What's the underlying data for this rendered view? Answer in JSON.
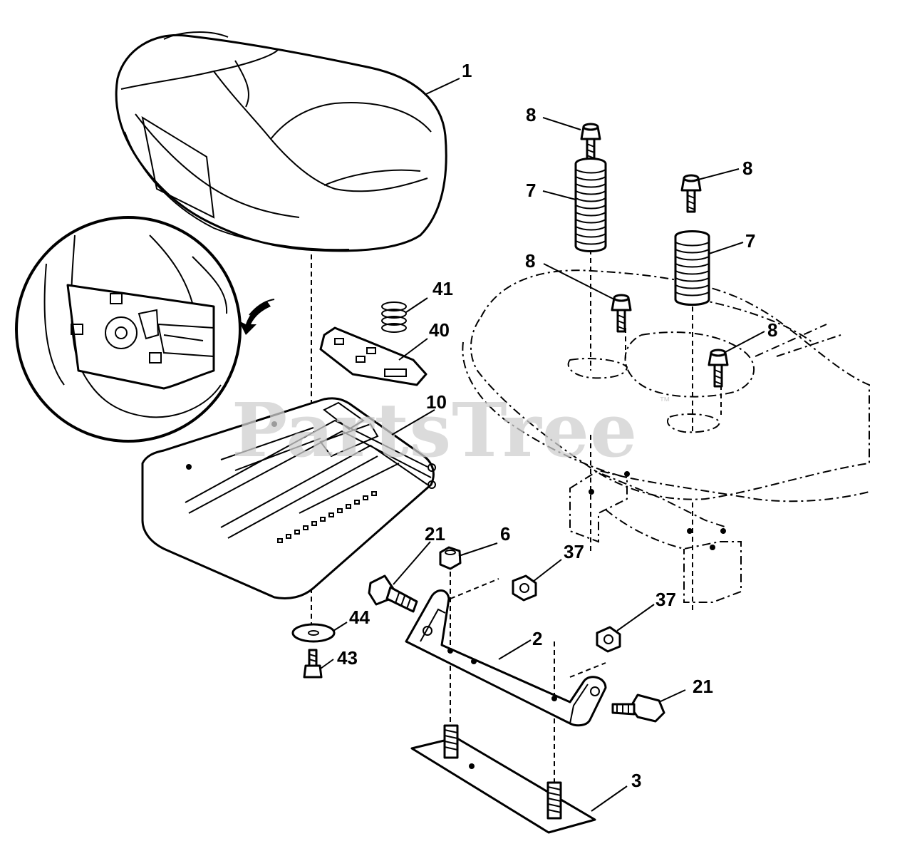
{
  "watermark": {
    "text": "PartsTree",
    "trademark": "™"
  },
  "callouts": [
    {
      "id": "c1",
      "label": "1"
    },
    {
      "id": "c8a",
      "label": "8"
    },
    {
      "id": "c8b",
      "label": "8"
    },
    {
      "id": "c7a",
      "label": "7"
    },
    {
      "id": "c7b",
      "label": "7"
    },
    {
      "id": "c8c",
      "label": "8"
    },
    {
      "id": "c8d",
      "label": "8"
    },
    {
      "id": "c41",
      "label": "41"
    },
    {
      "id": "c40",
      "label": "40"
    },
    {
      "id": "c10",
      "label": "10"
    },
    {
      "id": "c21a",
      "label": "21"
    },
    {
      "id": "c6",
      "label": "6"
    },
    {
      "id": "c37a",
      "label": "37"
    },
    {
      "id": "c37b",
      "label": "37"
    },
    {
      "id": "c44",
      "label": "44"
    },
    {
      "id": "c43",
      "label": "43"
    },
    {
      "id": "c2",
      "label": "2"
    },
    {
      "id": "c21b",
      "label": "21"
    },
    {
      "id": "c3",
      "label": "3"
    }
  ]
}
